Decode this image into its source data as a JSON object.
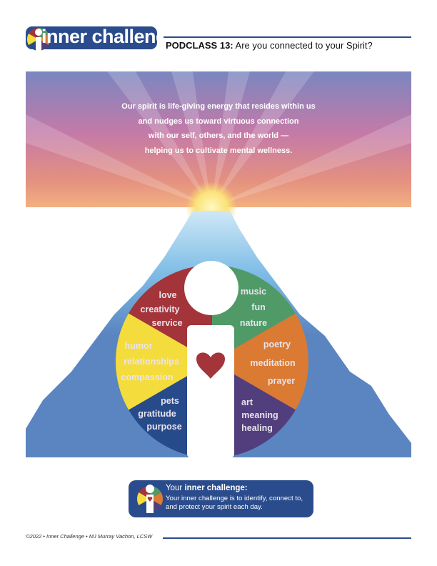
{
  "header": {
    "logo_text": "inner challenge",
    "title_bold": "PODCLASS 13:",
    "title_rest": " Are you connected to your Spirit?"
  },
  "quote": [
    "Our spirit is life-giving energy that resides within us",
    "and nudges us toward virtuous connection",
    "with our self, others, and the world —",
    "helping us to cultivate mental wellness."
  ],
  "wheel": {
    "red": [
      "love",
      "creativity",
      "service"
    ],
    "green": [
      "music",
      "fun",
      "nature"
    ],
    "orange": [
      "poetry",
      "meditation",
      "prayer"
    ],
    "purple": [
      "art",
      "meaning",
      "healing"
    ],
    "blue": [
      "pets",
      "gratitude",
      "purpose"
    ],
    "yellow": [
      "humor",
      "relationships",
      "compassion"
    ]
  },
  "colors": {
    "brand": "#2b4c8c",
    "red": "#a3343a",
    "green": "#4f9a67",
    "orange": "#da7a33",
    "purple": "#523e7c",
    "blue": "#264a8a",
    "yellow": "#f4dc3c",
    "mountain": "#5b85c0"
  },
  "challenge": {
    "title_pre": "Your ",
    "title_bold": "inner challenge:",
    "body": "Your inner challenge is to identify, connect to, and protect your spirit each day."
  },
  "footer": "©2022 • Inner Challenge • MJ Murray Vachon, LCSW"
}
